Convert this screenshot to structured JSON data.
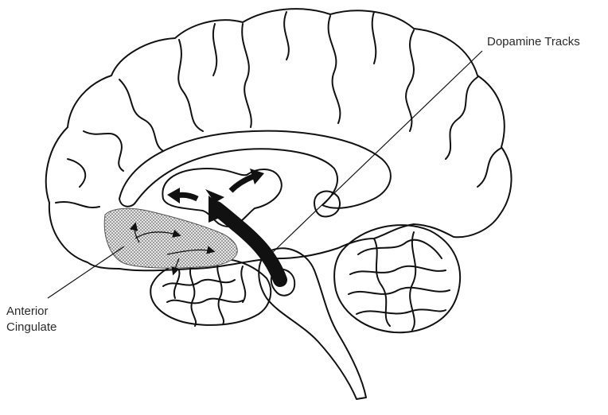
{
  "labels": {
    "dopamine_tracks": "Dopamine Tracks",
    "anterior_cingulate_line1": "Anterior",
    "anterior_cingulate_line2": "Cingulate"
  },
  "colors": {
    "ink": "#111111",
    "background": "#ffffff",
    "stipple": "#9a9a9a"
  },
  "icons": [
    "brain-outline",
    "dopamine-arrow",
    "stippled-region"
  ]
}
